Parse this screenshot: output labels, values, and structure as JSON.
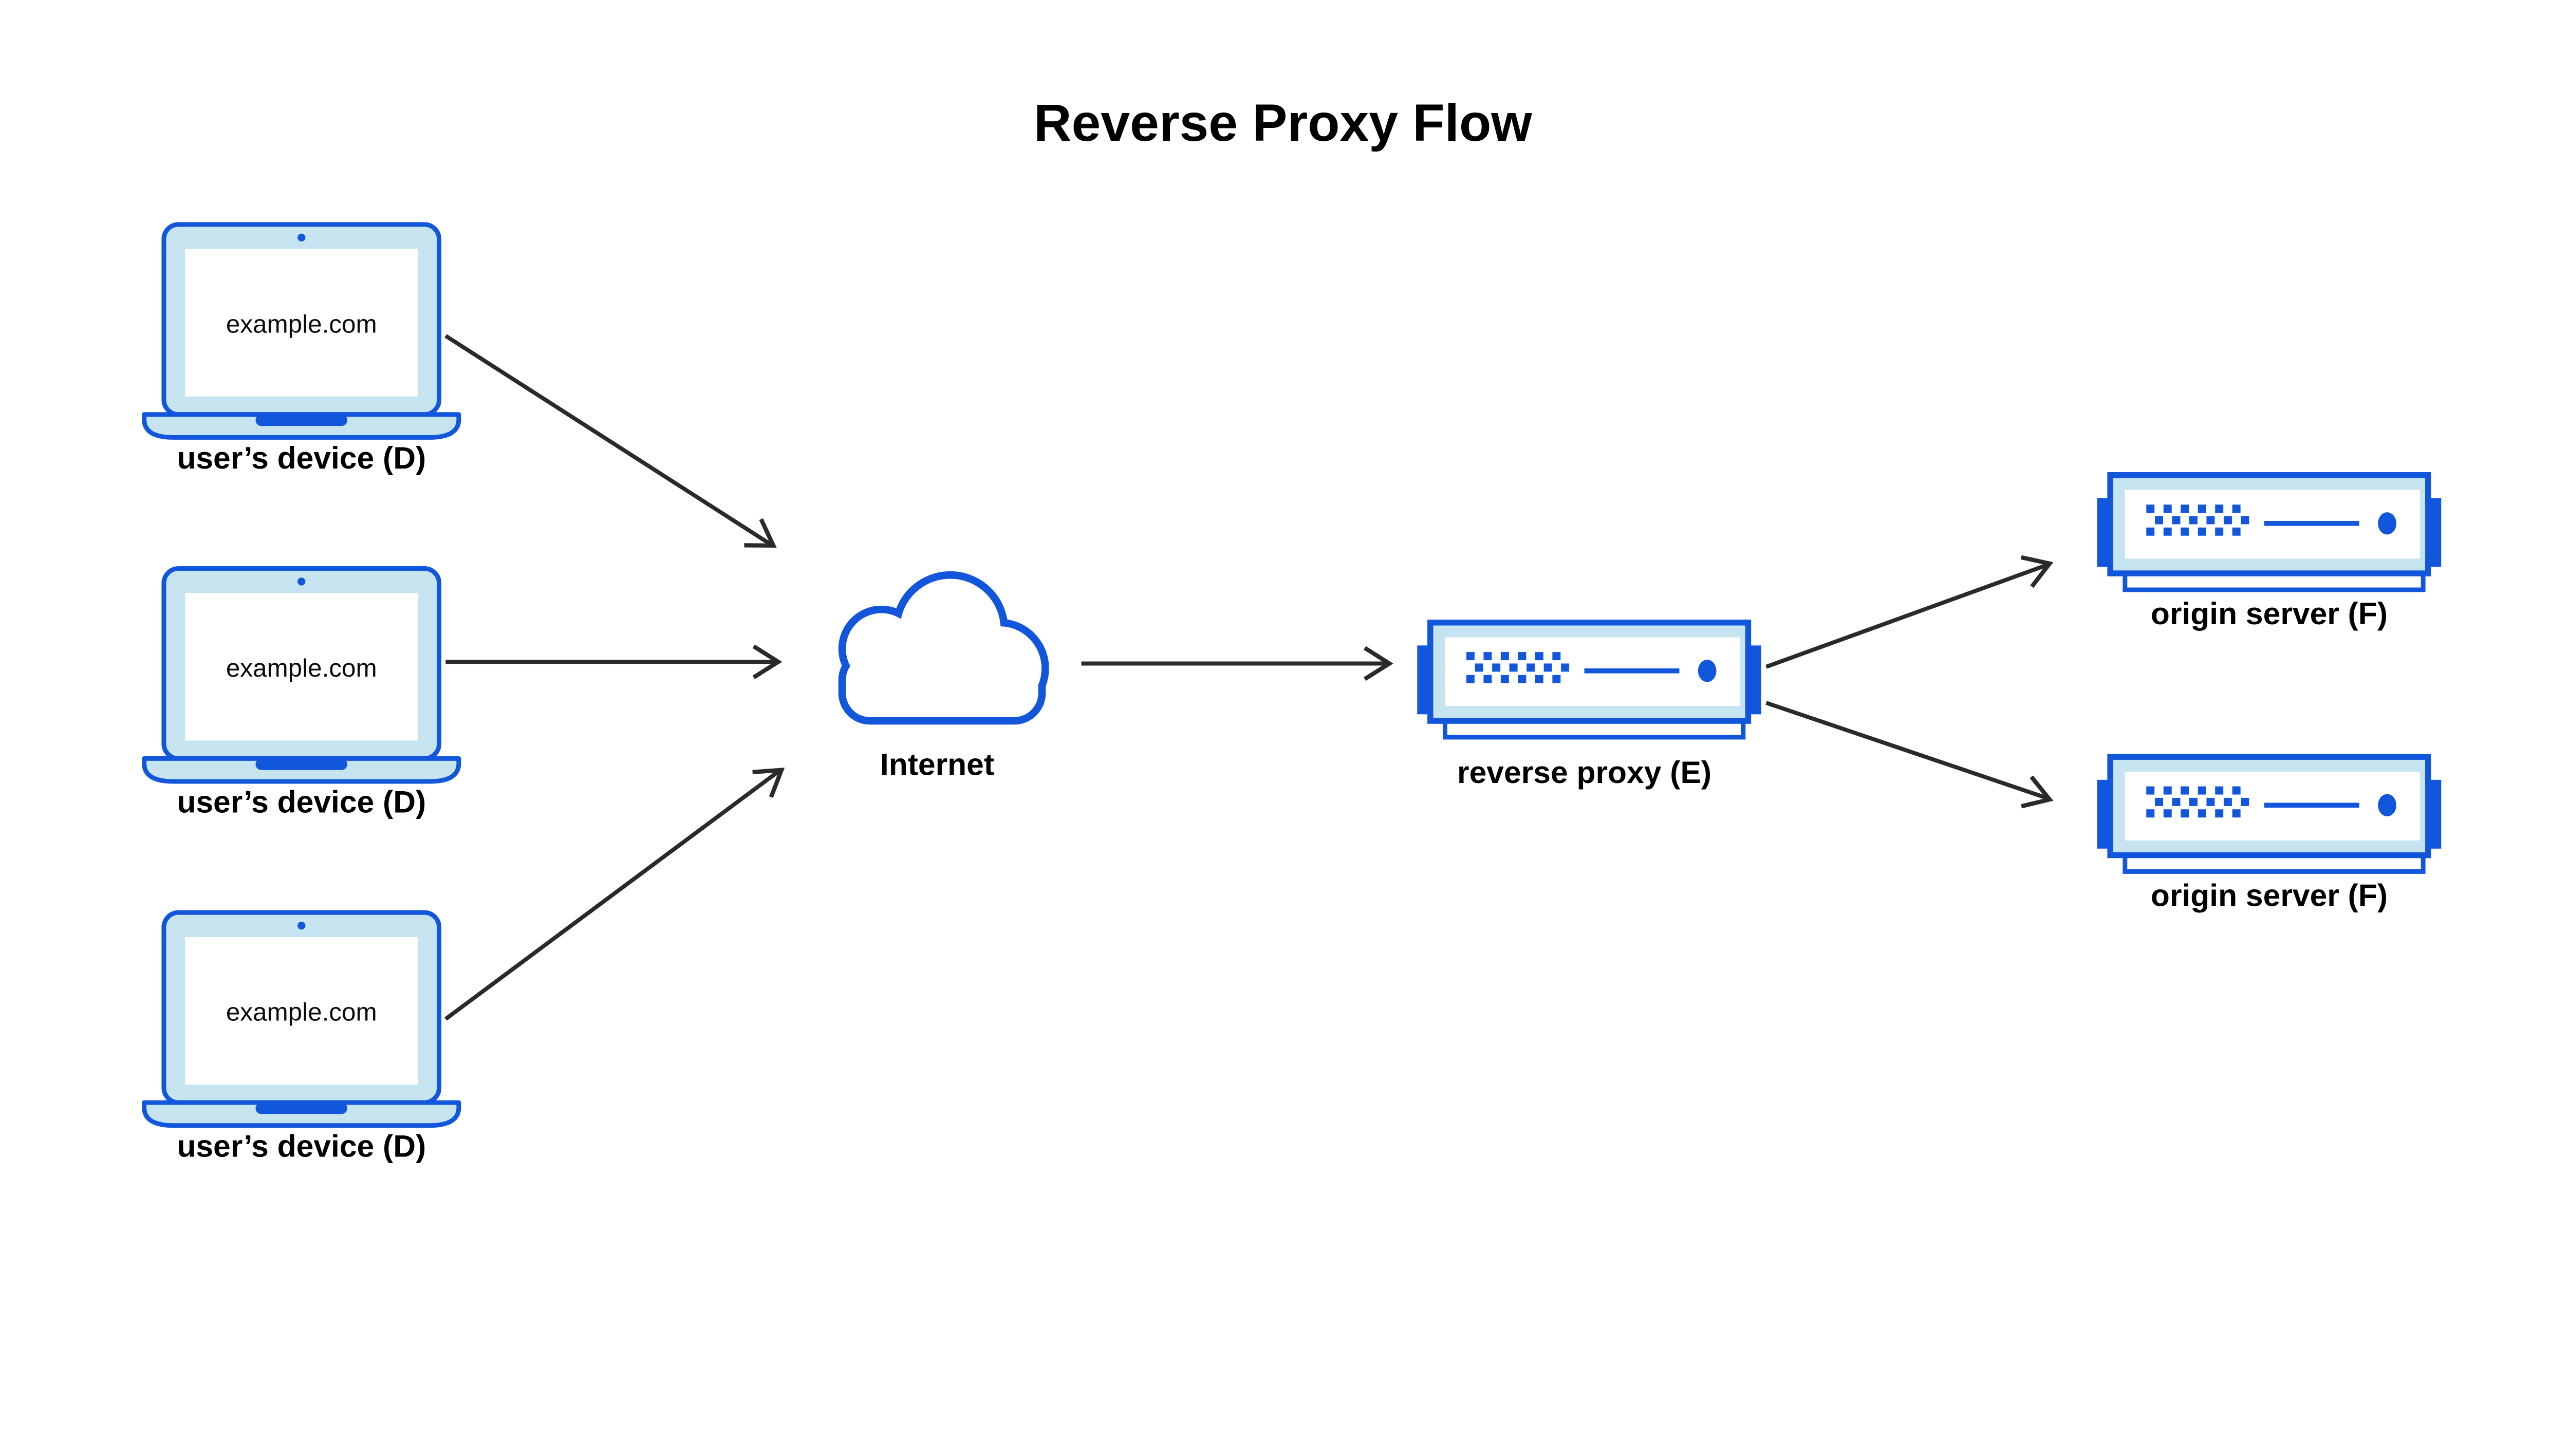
{
  "diagram": {
    "title": "Reverse Proxy Flow",
    "internet": {
      "label": "Internet"
    },
    "proxy": {
      "label": "reverse proxy (E)"
    },
    "devices": [
      {
        "screen_label": "example.com",
        "caption": "user’s device (D)"
      },
      {
        "screen_label": "example.com",
        "caption": "user’s device (D)"
      },
      {
        "screen_label": "example.com",
        "caption": "user’s device (D)"
      }
    ],
    "origins": [
      {
        "caption": "origin server (F)"
      },
      {
        "caption": "origin server (F)"
      }
    ],
    "connections": [
      {
        "from": "user’s device (D) 1",
        "to": "Internet"
      },
      {
        "from": "user’s device (D) 2",
        "to": "Internet"
      },
      {
        "from": "user’s device (D) 3",
        "to": "Internet"
      },
      {
        "from": "Internet",
        "to": "reverse proxy (E)"
      },
      {
        "from": "reverse proxy (E)",
        "to": "origin server (F) 1"
      },
      {
        "from": "reverse proxy (E)",
        "to": "origin server (F) 2"
      }
    ],
    "colors": {
      "accent_blue": "#1256DB",
      "light_blue": "#C6E4F0",
      "arrow": "#2A2A2A",
      "text": "#000000",
      "background": "#FFFFFF"
    }
  }
}
